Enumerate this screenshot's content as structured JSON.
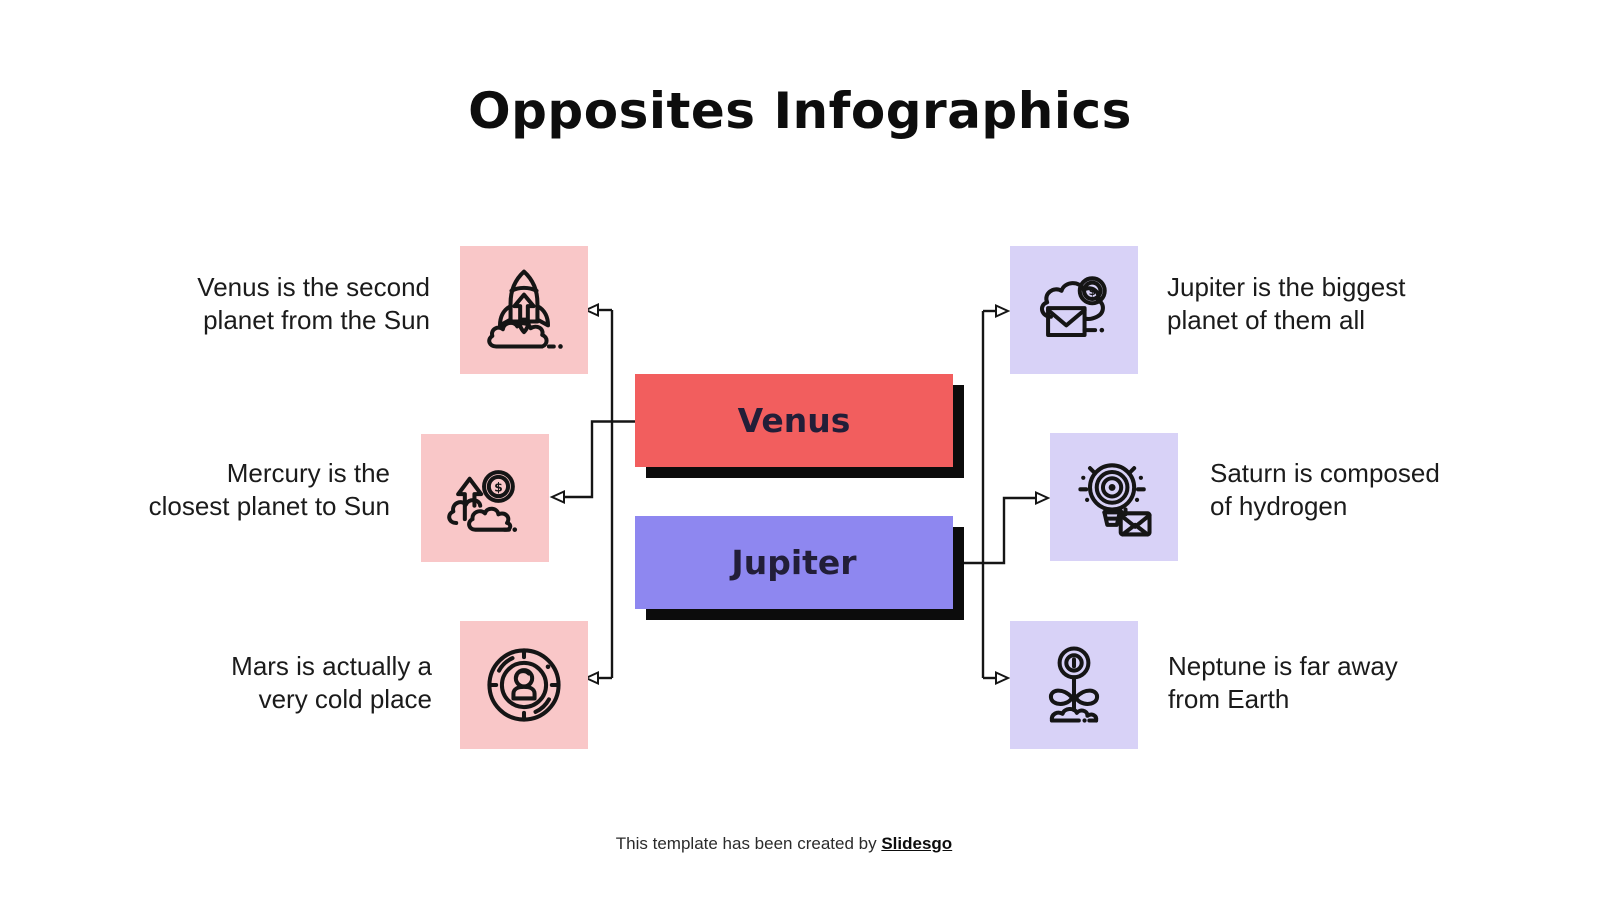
{
  "title": "Opposites Infographics",
  "colors": {
    "venus_box": "#f25e5e",
    "jupiter_box": "#8e87f0",
    "pink_tile": "#f9c7c8",
    "lavender_tile": "#d8d2f7",
    "line_and_icon": "#151515",
    "shadow": "#0c0c0c"
  },
  "center_boxes": [
    {
      "id": "venus",
      "label": "Venus"
    },
    {
      "id": "jupiter",
      "label": "Jupiter"
    }
  ],
  "left_items": [
    {
      "text": "Venus is the second\nplanet from the Sun",
      "icon": "rocket-launch-icon"
    },
    {
      "text": "Mercury is  the\nclosest planet to Sun",
      "icon": "money-growth-icon"
    },
    {
      "text": "Mars is actually a\nvery cold place",
      "icon": "user-target-icon"
    }
  ],
  "right_items": [
    {
      "text": "Jupiter is the biggest\nplanet of them all",
      "icon": "mail-money-cloud-icon"
    },
    {
      "text": "Saturn is composed\nof hydrogen",
      "icon": "idea-bulb-mail-icon"
    },
    {
      "text": "Neptune is far away\nfrom Earth",
      "icon": "flower-growth-icon"
    }
  ],
  "footer": {
    "text": "This template has been created by",
    "brand": "Slidesgo"
  }
}
